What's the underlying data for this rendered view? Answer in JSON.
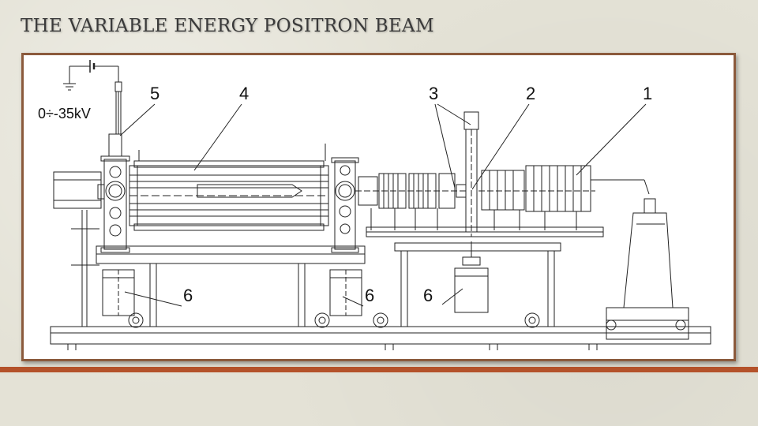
{
  "slide": {
    "title": "THE VARIABLE ENERGY POSITRON BEAM",
    "accent_color": "#b4522a",
    "frame_color": "#8b5a3c"
  },
  "diagram": {
    "voltage_label": "0÷-35kV",
    "callouts": [
      "1",
      "2",
      "3",
      "4",
      "5"
    ],
    "support_labels": [
      "6",
      "6",
      "6"
    ]
  }
}
